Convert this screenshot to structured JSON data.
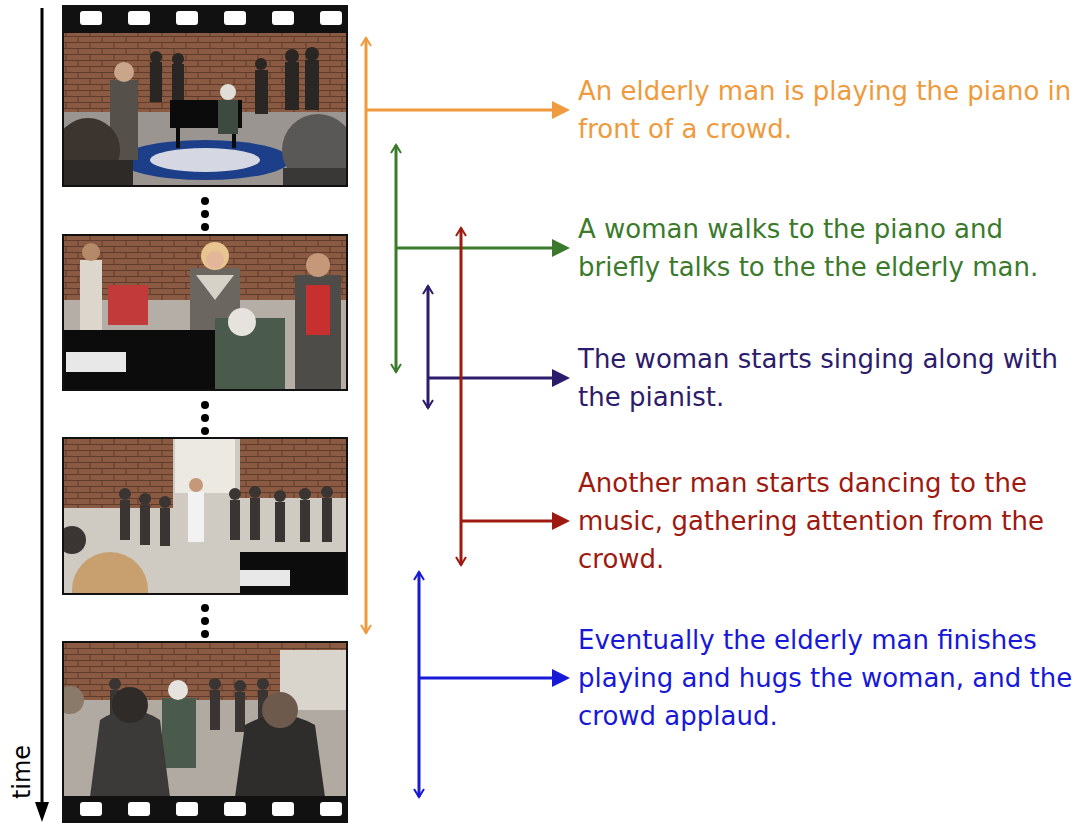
{
  "diagram": {
    "labels": [
      "An elderly man is playing the piano in front of a crowd.",
      "A woman walks to the piano and briefly talks to the the elderly man.",
      "The woman starts singing along with the pianist.",
      "Another man starts dancing to the music, gathering attention from the crowd.",
      "Eventually the elderly man finishes playing and hugs the woman, and the crowd applaud.",
      "time"
    ]
  }
}
